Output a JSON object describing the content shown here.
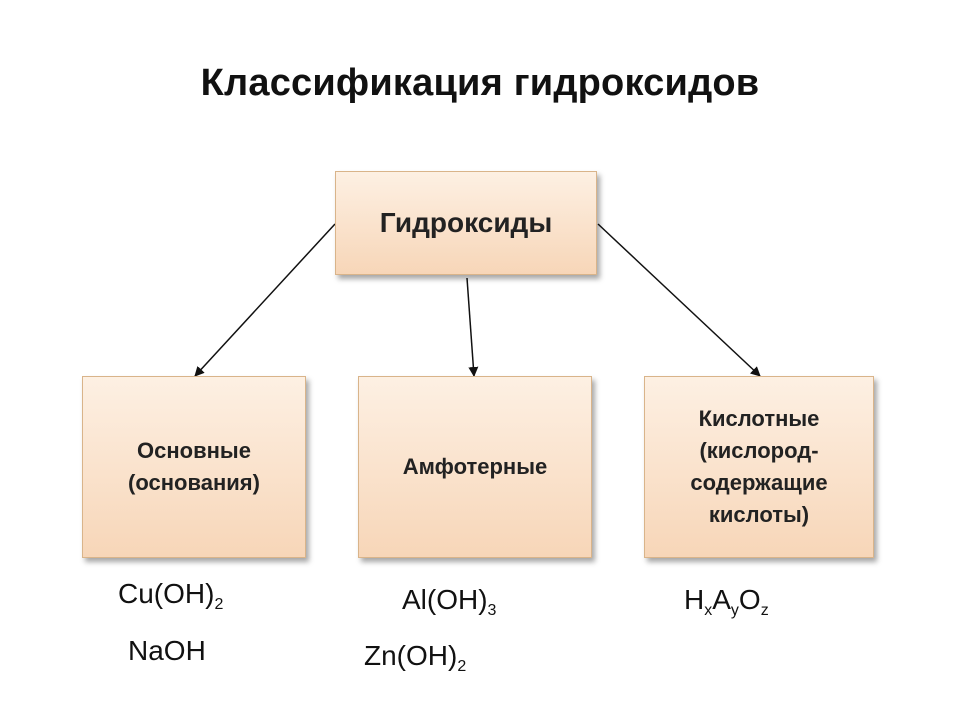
{
  "title": "Классификация гидроксидов",
  "root": {
    "label": "Гидроксиды"
  },
  "categories": [
    {
      "line1": "Основные",
      "line2": "(основания)"
    },
    {
      "line1": "Амфотерные"
    },
    {
      "line1": "Кислотные",
      "line2": "(кислород-",
      "line3": "содержащие",
      "line4": "кислоты)"
    }
  ],
  "examples": {
    "basic": [
      {
        "base": "Cu(OH)",
        "sub": "2"
      },
      {
        "base": "NaOH"
      }
    ],
    "amphoteric": [
      {
        "base": "Al(OH)",
        "sub": "3"
      },
      {
        "base": "Zn(OH)",
        "sub": "2"
      }
    ],
    "acidic": {
      "h": "H",
      "hsub": "x",
      "a": "A",
      "asub": "y",
      "o": "O",
      "osub": "z"
    }
  }
}
